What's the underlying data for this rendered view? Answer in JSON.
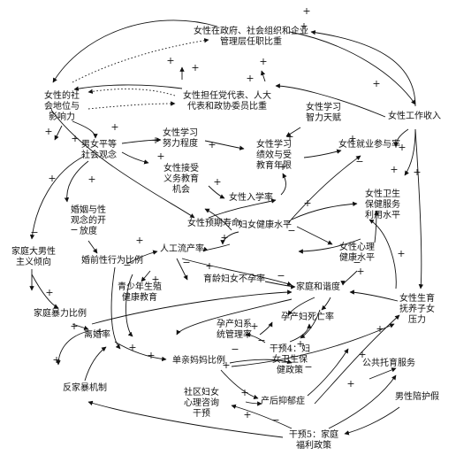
{
  "diagram": {
    "nodes": {
      "women_gov_mgmt": [
        "女性在政府、社会组织和企业",
        "管理层任职比重"
      ],
      "women_social_status": [
        "女性的社",
        "会地位与",
        "影响力"
      ],
      "women_npc_cppcc": [
        "女性担任党代表、人大",
        "代表和政协委员比重"
      ],
      "women_income": [
        "女性工作收入"
      ],
      "gender_equality": [
        "男女平等",
        "社会观念"
      ],
      "women_learning_effort": [
        "女性学习",
        "努力程度"
      ],
      "women_learning_talent": [
        "女性学习",
        "智力天赋"
      ],
      "women_learning_perf": [
        "女性学习",
        "绩效与受",
        "教育年限"
      ],
      "women_compulsory_edu": [
        "女性接受",
        "义务教育",
        "机会"
      ],
      "women_enrollment": [
        "女性入学率"
      ],
      "women_employment": [
        "女性就业参与率"
      ],
      "marriage_openness": [
        "婚姻与性",
        "观念的开",
        "放度"
      ],
      "women_health_service": [
        "女性卫生",
        "保健服务",
        "利用水平"
      ],
      "women_life_expectancy": [
        "女性预期寿命"
      ],
      "women_health_level": [
        "妇女健康水平"
      ],
      "patriarchy": [
        "家庭大男性",
        "主义倾向"
      ],
      "premarital_sex": [
        "婚前性行为比例"
      ],
      "abortion_rate": [
        "人工流产率"
      ],
      "women_mental_health": [
        "女性心理",
        "健康水平"
      ],
      "infertility": [
        "育龄妇女不孕率"
      ],
      "youth_reproductive_edu": [
        "青少年生殖",
        "健康教育"
      ],
      "family_harmony": [
        "家庭和谐度"
      ],
      "childcare_pressure": [
        "女性生育",
        "抚养子女",
        "压力"
      ],
      "domestic_violence": [
        "家庭暴力比例"
      ],
      "maternal_mgmt": [
        "孕产妇系",
        "统管理率"
      ],
      "maternal_mortality": [
        "孕产妇死亡率"
      ],
      "divorce_rate": [
        "离婚率"
      ],
      "intervention4": [
        "干预4：妇",
        "女卫生保",
        "健政策"
      ],
      "single_mother": [
        "单亲妈妈比例"
      ],
      "public_childcare": [
        "公共托育服务"
      ],
      "anti_dv": [
        "反家暴机制"
      ],
      "community_counseling": [
        "社区妇女",
        "心理咨询",
        "干预"
      ],
      "postpartum_depression": [
        "产后抑郁症"
      ],
      "paternity_leave": [
        "男性陪护假"
      ],
      "intervention5": [
        "干预5：家庭",
        "福利政策"
      ]
    },
    "signs": {
      "plus": "+",
      "minus": "−"
    }
  }
}
